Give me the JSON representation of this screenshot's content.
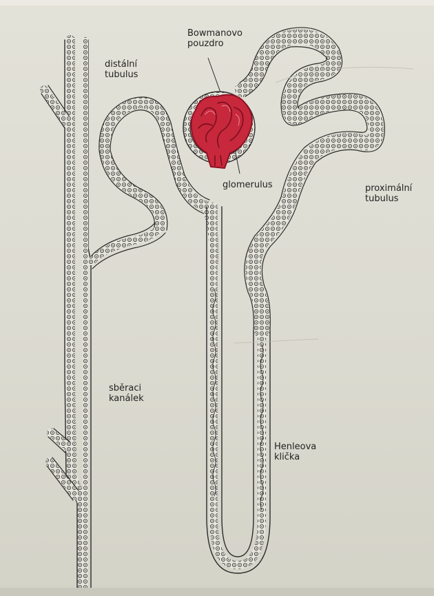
{
  "labels": {
    "bowman": [
      "Bowmanovo",
      "pouzdro"
    ],
    "distal": [
      "distální",
      "tubulus"
    ],
    "glomerulus": "glomerulus",
    "proximal": [
      "proximální",
      "tubulus"
    ],
    "collecting": [
      "sběraci",
      "kanálek"
    ],
    "henle": [
      "Henleova",
      "klička"
    ]
  },
  "colors": {
    "background": "#dfded4",
    "line": "#2a2a2a",
    "glomerulus": "#c8283c",
    "glomerulus_dark": "#8e1224"
  },
  "icons": [
    "nephron-diagram"
  ]
}
